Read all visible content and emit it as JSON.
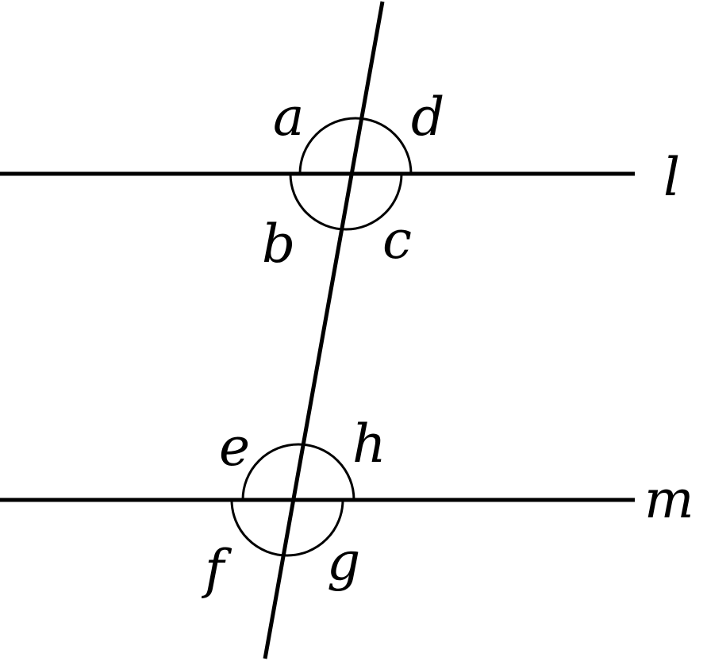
{
  "diagram": {
    "lines": {
      "upper_parallel": "l",
      "lower_parallel": "m"
    },
    "angles": {
      "upper_intersection": [
        "a",
        "d",
        "b",
        "c"
      ],
      "lower_intersection": [
        "e",
        "h",
        "f",
        "g"
      ]
    },
    "colors": {
      "stroke": "#000000",
      "background": "#ffffff"
    }
  }
}
